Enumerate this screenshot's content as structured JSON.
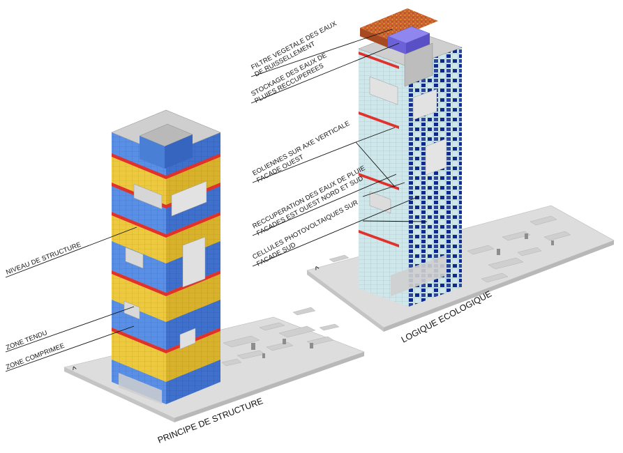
{
  "structure_diagram": {
    "caption": "PRINCIPE DE STRUCTURE",
    "north_symbol": "^",
    "labels": {
      "structure_level": "NIVEAU DE STRUCTURE",
      "tension_zone": "ZONE TENDU",
      "compression_zone": "ZONE COMPRIMEE"
    }
  },
  "ecology_diagram": {
    "caption": "LOGIQUE ECOLOGIQUE",
    "north_symbol": "^",
    "labels": {
      "green_filter": [
        "FILTRE VEGETALE DES EAUX",
        "DE RUISSELLEMENT"
      ],
      "rain_storage": [
        "STOCKAGE DES EAUX DE",
        "PLUIES RECCUPEREES"
      ],
      "wind_turbines": [
        "EOLIENNES SUR AXE VERTICALE",
        "FACADE OUEST"
      ],
      "rain_recovery": [
        "RECCUPERATION DES EAUX DE PLUIE",
        "FACADES EST OUEST NORD ET SUD"
      ],
      "photovoltaic": [
        "CELLULES PHOTOVOLTAIQUES SUR",
        "FACADE SUD"
      ]
    }
  },
  "colors": {
    "compression": "#4f86e0",
    "tension": "#e7c43a",
    "structure_band": "#e0312d",
    "ground": "#dcdcdc",
    "glass": "#cfe6ea",
    "photovoltaic": "#102a8c",
    "green_roof": "#d0542a",
    "storage_tank": "#7d73e6"
  }
}
